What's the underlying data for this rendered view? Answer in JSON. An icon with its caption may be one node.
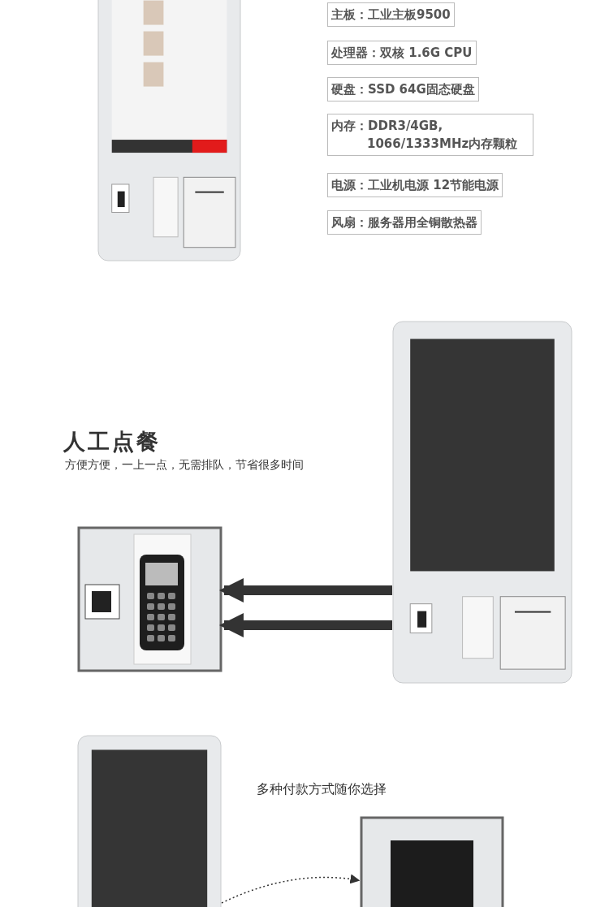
{
  "diagram": {
    "nodes": [
      {
        "text": [
          "主板：工业主板9500"
        ]
      },
      {
        "text": [
          "处理器：双核 1.6G CPU"
        ]
      },
      {
        "text": [
          "硬盘：SSD 64G固态硬盘"
        ]
      },
      {
        "text": [
          "内存：DDR3/4GB, 1066/1333MHz内存颗粒"
        ]
      },
      {
        "text": [
          "电源：工业机电源  12节能电源"
        ]
      },
      {
        "text": [
          "风扇：服务器用全铜散热器"
        ]
      },
      {
        "text": [],
        "shape": "picture"
      },
      {
        "text": [],
        "shape": "picture"
      },
      {
        "text": [],
        "shape": "picture"
      },
      {
        "text": [],
        "shape": "picture"
      }
    ],
    "edges": [
      {
        "from": 6,
        "to": 7,
        "arrow": "to"
      },
      {
        "from": 6,
        "to": 7,
        "arrow": "to"
      },
      {
        "from": 8,
        "to": 9,
        "arrow": "to",
        "style": "dashed"
      }
    ],
    "labels": [
      "人工点餐",
      "方便方便，一上一点，无需排队，节省很多时间",
      "多种付款方式随你选择"
    ]
  }
}
